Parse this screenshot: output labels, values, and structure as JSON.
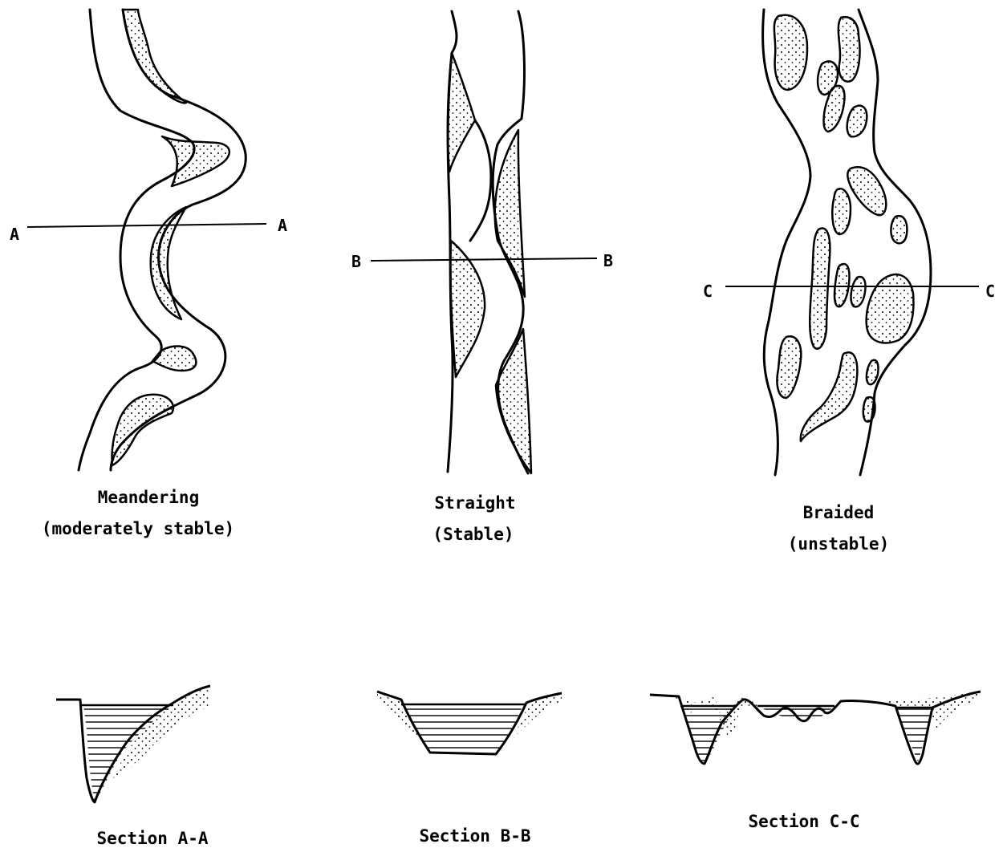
{
  "planforms": [
    {
      "id": "meandering",
      "title": "Meandering",
      "subtitle": "(moderately stable)",
      "section_left": "A",
      "section_right": "A"
    },
    {
      "id": "straight",
      "title": "Straight",
      "subtitle": "(Stable)",
      "section_left": "B",
      "section_right": "B"
    },
    {
      "id": "braided",
      "title": "Braided",
      "subtitle": "(unstable)",
      "section_left": "C",
      "section_right": "C"
    }
  ],
  "sections": [
    {
      "id": "a",
      "label": "Section A-A"
    },
    {
      "id": "b",
      "label": "Section B-B"
    },
    {
      "id": "c",
      "label": "Section C-C"
    }
  ]
}
